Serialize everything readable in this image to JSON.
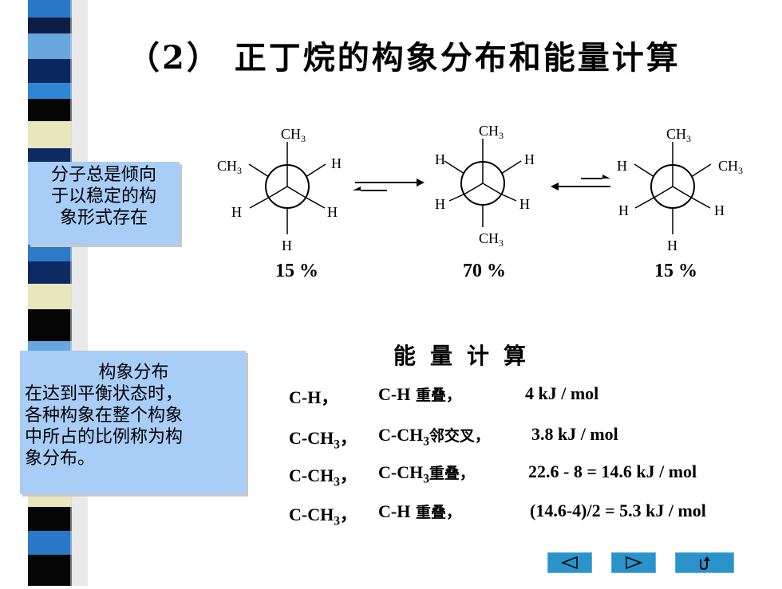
{
  "title": "（2） 正丁烷的构象分布和能量计算",
  "side_notes": {
    "note1": [
      "分子总是倾向",
      "于以稳定的构",
      "象形式存在"
    ],
    "note2": {
      "heading": "构象分布",
      "lines": [
        "在达到平衡状态时，",
        "各种构象在整个构象",
        "中所占的比例称为构",
        "象分布。"
      ]
    }
  },
  "conformers": [
    {
      "labels": {
        "top": "CH3",
        "upper_left": "CH3",
        "upper_right": "H",
        "lower_left": "H",
        "lower_right": "H",
        "bottom": "H"
      },
      "percent": "15 %"
    },
    {
      "labels": {
        "top": "CH3",
        "upper_left": "H",
        "upper_right": "H",
        "lower_left": "H",
        "lower_right": "H",
        "bottom": "CH3"
      },
      "percent": "70 %"
    },
    {
      "labels": {
        "top": "CH3",
        "upper_left": "H",
        "upper_right": "CH3",
        "lower_left": "H",
        "lower_right": "H",
        "bottom": "H"
      },
      "percent": "15 %"
    }
  ],
  "energy": {
    "heading": "能量计算",
    "rows": [
      {
        "pair": "C-H，",
        "interaction_a": "C-H",
        "interaction_b": " 重叠，",
        "value": "4 kJ / mol"
      },
      {
        "pair": "C-CH3，",
        "interaction_a": "C-CH3",
        "interaction_b": "邻交叉，",
        "value": "3.8 kJ / mol"
      },
      {
        "pair": "C-CH3，",
        "interaction_a": "C-CH3",
        "interaction_b": "重叠，",
        "value": "22.6 - 8 = 14.6 kJ / mol"
      },
      {
        "pair": "C-CH3，",
        "interaction_a": "C-H",
        "interaction_b": " 重叠，",
        "value": "(14.6-4)/2 = 5.3 kJ / mol"
      }
    ]
  },
  "nav": {
    "prev_icon": "triangle-left-icon",
    "next_icon": "triangle-right-icon",
    "return_icon": "return-arrow-icon"
  },
  "colors": {
    "note_background": "#a8cdf7",
    "nav_button": "#2a93c9"
  }
}
